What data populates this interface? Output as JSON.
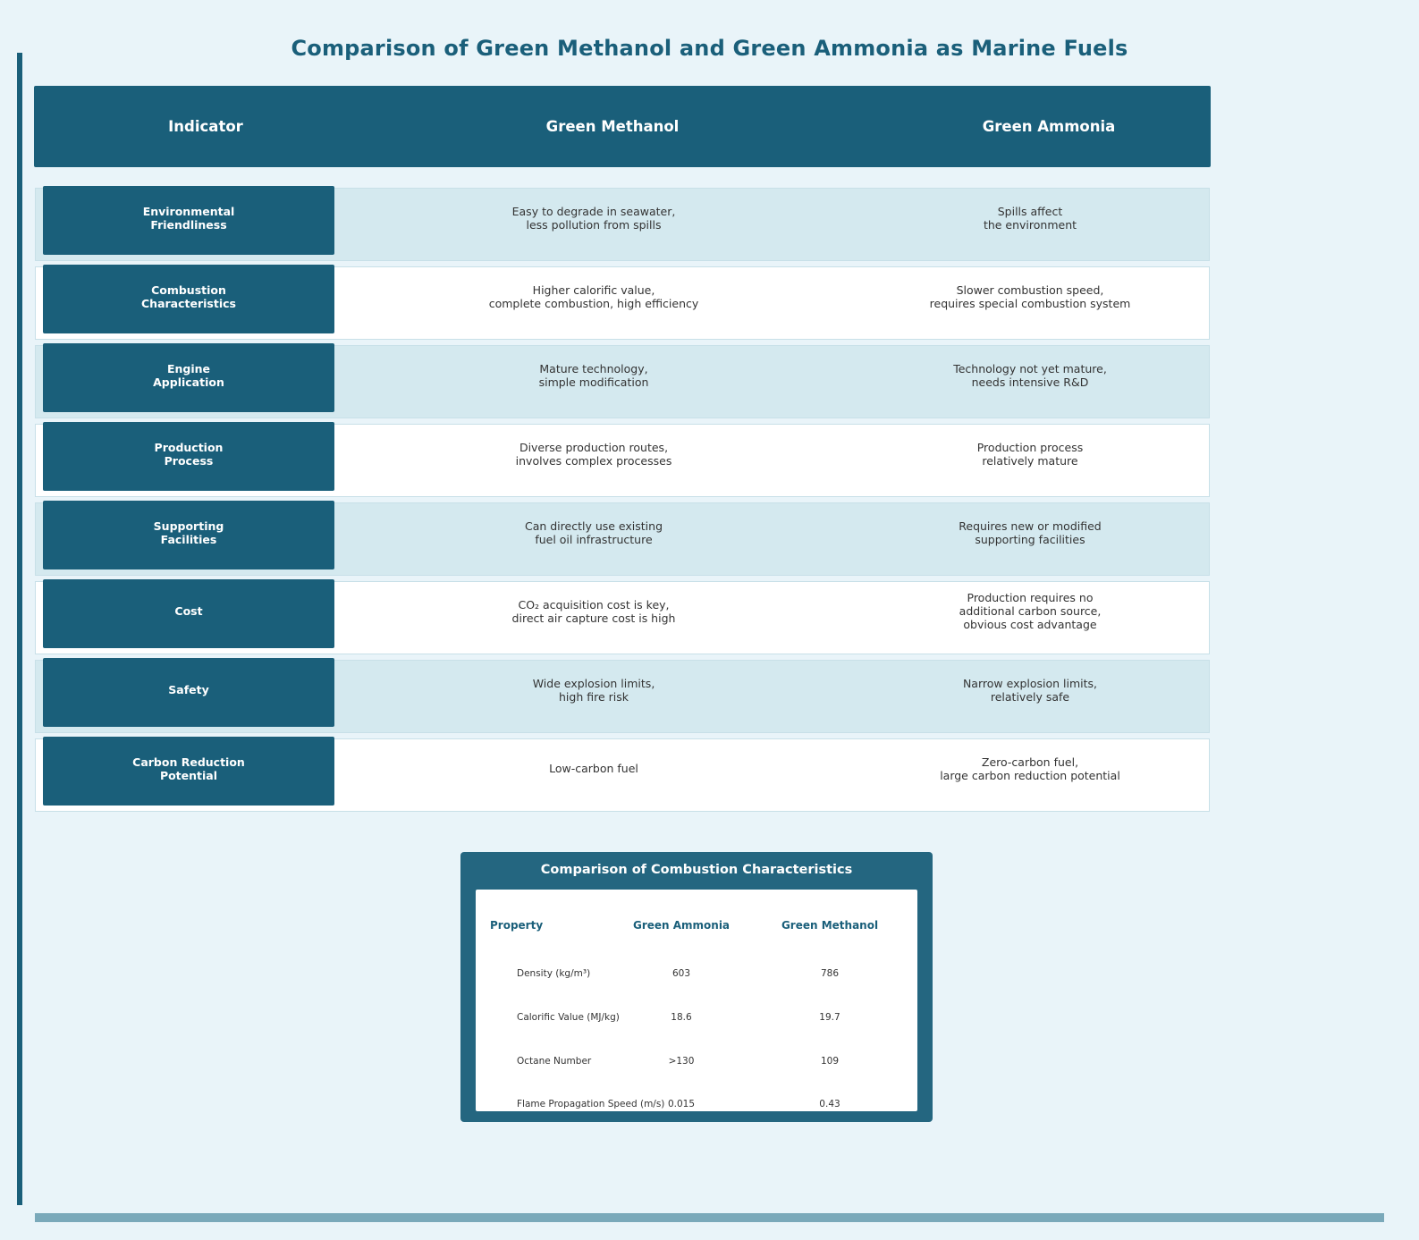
{
  "title": "Comparison of Green Methanol and Green Ammonia as Marine Fuels",
  "table": {
    "headers": [
      "Indicator",
      "Green Methanol",
      "Green Ammonia"
    ],
    "rows": [
      {
        "indicator": "Environmental\nFriendliness",
        "methanol": "Easy to degrade in seawater,\nless pollution from spills",
        "ammonia": "Spills affect\nthe environment"
      },
      {
        "indicator": "Combustion\nCharacteristics",
        "methanol": "Higher calorific value,\ncomplete combustion, high efficiency",
        "ammonia": "Slower combustion speed,\nrequires special combustion system"
      },
      {
        "indicator": "Engine\nApplication",
        "methanol": "Mature technology,\nsimple modification",
        "ammonia": "Technology not yet mature,\nneeds intensive R&D"
      },
      {
        "indicator": "Production\nProcess",
        "methanol": "Diverse production routes,\ninvolves complex processes",
        "ammonia": "Production process\nrelatively mature"
      },
      {
        "indicator": "Supporting\nFacilities",
        "methanol": "Can directly use existing\nfuel oil infrastructure",
        "ammonia": "Requires new or modified\nsupporting facilities"
      },
      {
        "indicator": "Cost",
        "methanol": "CO₂ acquisition cost is key,\ndirect air capture cost is high",
        "ammonia": "Production requires no\nadditional carbon source,\nobvious cost advantage"
      },
      {
        "indicator": "Safety",
        "methanol": "Wide explosion limits,\nhigh fire risk",
        "ammonia": "Narrow explosion limits,\nrelatively safe"
      },
      {
        "indicator": "Carbon Reduction\nPotential",
        "methanol": "Low-carbon fuel",
        "ammonia": "Zero-carbon fuel,\nlarge carbon reduction potential"
      }
    ]
  },
  "combustion": {
    "title": "Comparison of Combustion Characteristics",
    "headers": [
      "Property",
      "Green Ammonia",
      "Green Methanol"
    ],
    "rows": [
      {
        "property": "Density (kg/m³)",
        "ammonia": "603",
        "methanol": "786"
      },
      {
        "property": "Calorific Value (MJ/kg)",
        "ammonia": "18.6",
        "methanol": "19.7"
      },
      {
        "property": "Octane Number",
        "ammonia": ">130",
        "methanol": "109"
      },
      {
        "property": "Flame Propagation Speed (m/s)",
        "ammonia": "0.015",
        "methanol": "0.43"
      }
    ]
  },
  "colors": {
    "background": "#e9f4f9",
    "primary": "#1a5f7a",
    "panel": "#246680",
    "row_alt": "#d4e9ef",
    "row_plain": "#ffffff",
    "text": "#333333"
  }
}
